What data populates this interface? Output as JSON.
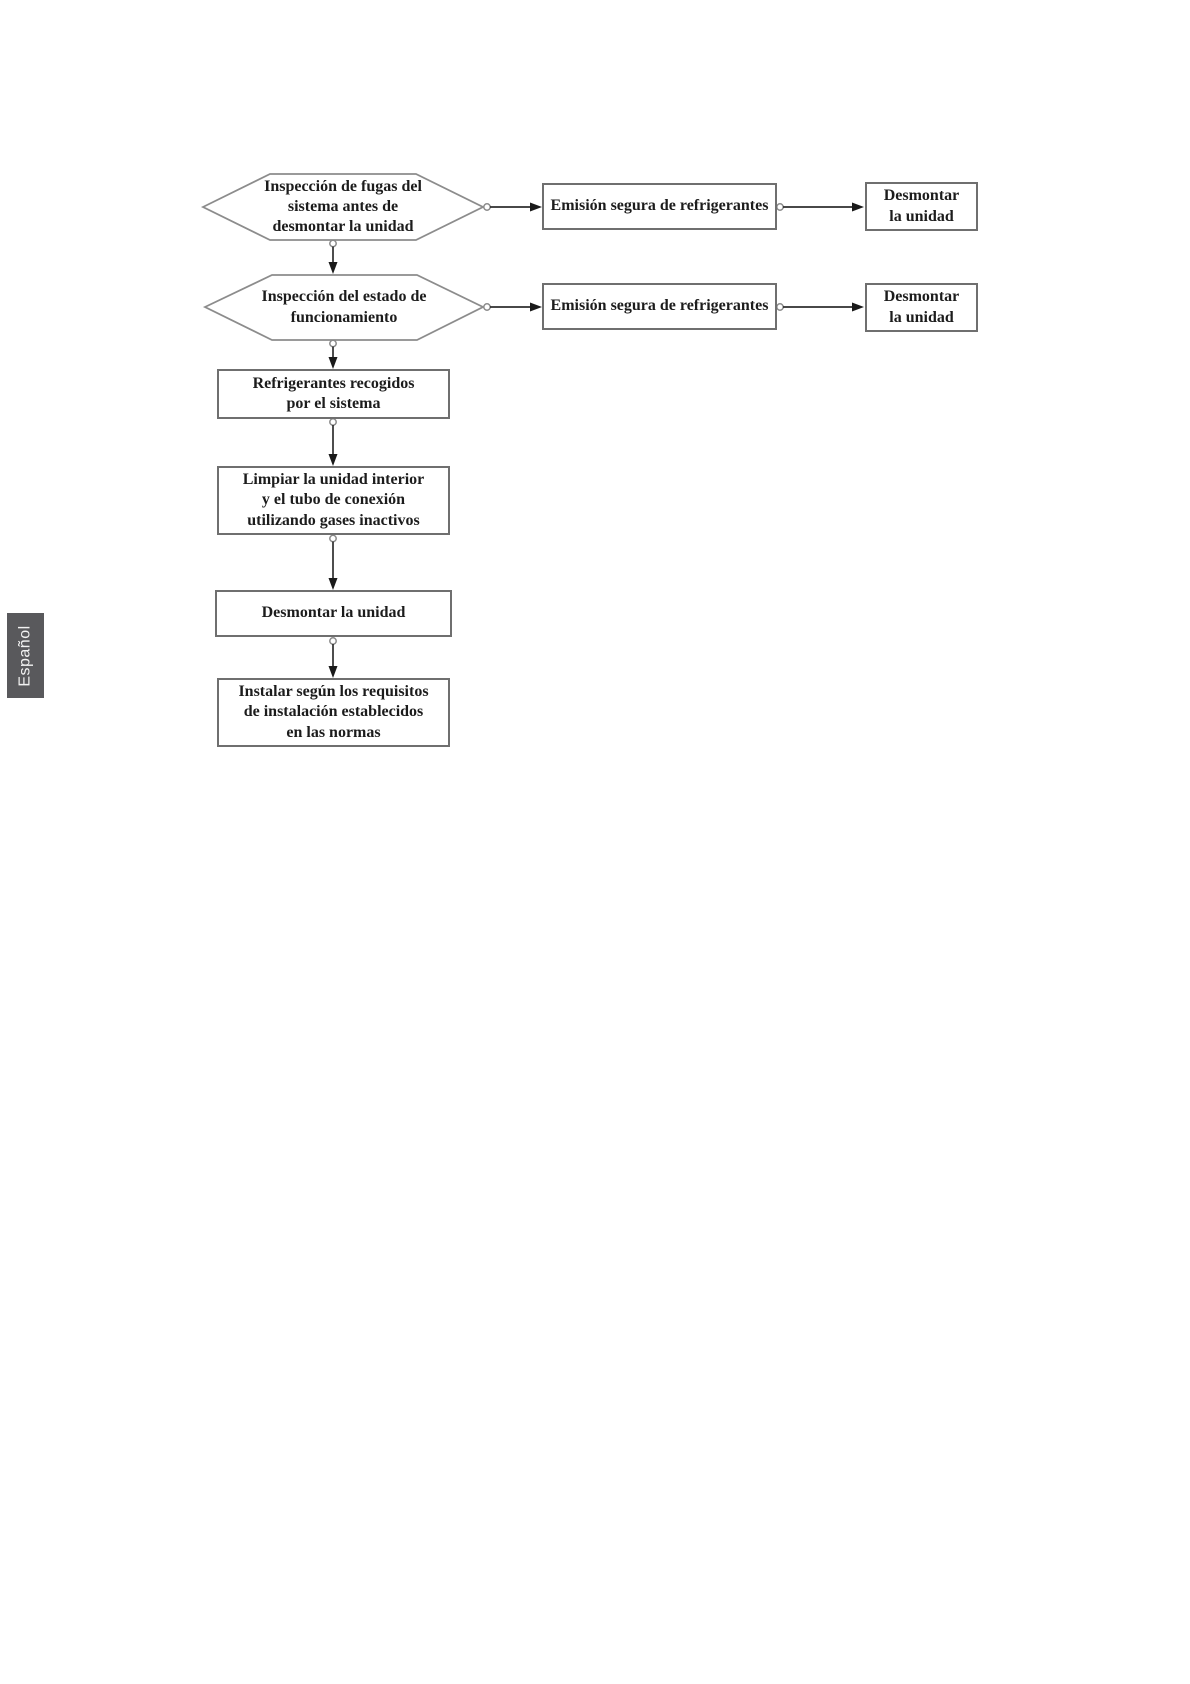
{
  "language_tab": {
    "label": "Español"
  },
  "flowchart": {
    "nodes": {
      "hex_inspeccion_fugas": {
        "type": "decision",
        "label": "Inspección de fugas del\nsistema antes de\ndesmontar la unidad"
      },
      "hex_inspeccion_estado": {
        "type": "decision",
        "label": "Inspección del estado de\nfuncionamiento"
      },
      "box_emision_1": {
        "type": "process",
        "label": "Emisión segura de refrigerantes"
      },
      "box_desmontar_r1": {
        "type": "process",
        "label": "Desmontar\nla unidad"
      },
      "box_emision_2": {
        "type": "process",
        "label": "Emisión segura de refrigerantes"
      },
      "box_desmontar_r2": {
        "type": "process",
        "label": "Desmontar\nla unidad"
      },
      "box_refrigerantes": {
        "type": "process",
        "label": "Refrigerantes recogidos\npor el sistema"
      },
      "box_limpiar": {
        "type": "process",
        "label": "Limpiar la unidad interior\ny el tubo de conexión\nutilizando gases inactivos"
      },
      "box_desmontar_main": {
        "type": "process",
        "label": "Desmontar la unidad"
      },
      "box_instalar": {
        "type": "process",
        "label": "Instalar según los requisitos\nde instalación establecidos\nen las normas"
      }
    },
    "edges": [
      {
        "from": "hex_inspeccion_fugas",
        "to": "box_emision_1"
      },
      {
        "from": "box_emision_1",
        "to": "box_desmontar_r1"
      },
      {
        "from": "hex_inspeccion_fugas",
        "to": "hex_inspeccion_estado"
      },
      {
        "from": "hex_inspeccion_estado",
        "to": "box_emision_2"
      },
      {
        "from": "box_emision_2",
        "to": "box_desmontar_r2"
      },
      {
        "from": "hex_inspeccion_estado",
        "to": "box_refrigerantes"
      },
      {
        "from": "box_refrigerantes",
        "to": "box_limpiar"
      },
      {
        "from": "box_limpiar",
        "to": "box_desmontar_main"
      },
      {
        "from": "box_desmontar_main",
        "to": "box_instalar"
      }
    ]
  },
  "colors": {
    "box_border": "#6f6f6f",
    "hexagon_border": "#8c8c8c",
    "connector_line": "#2e2e2e",
    "arrowhead": "#1a1a1a",
    "text": "#1c1c1c",
    "language_tab_bg": "#59595c",
    "language_tab_text": "#f2f2f2",
    "page_bg": "#ffffff"
  }
}
